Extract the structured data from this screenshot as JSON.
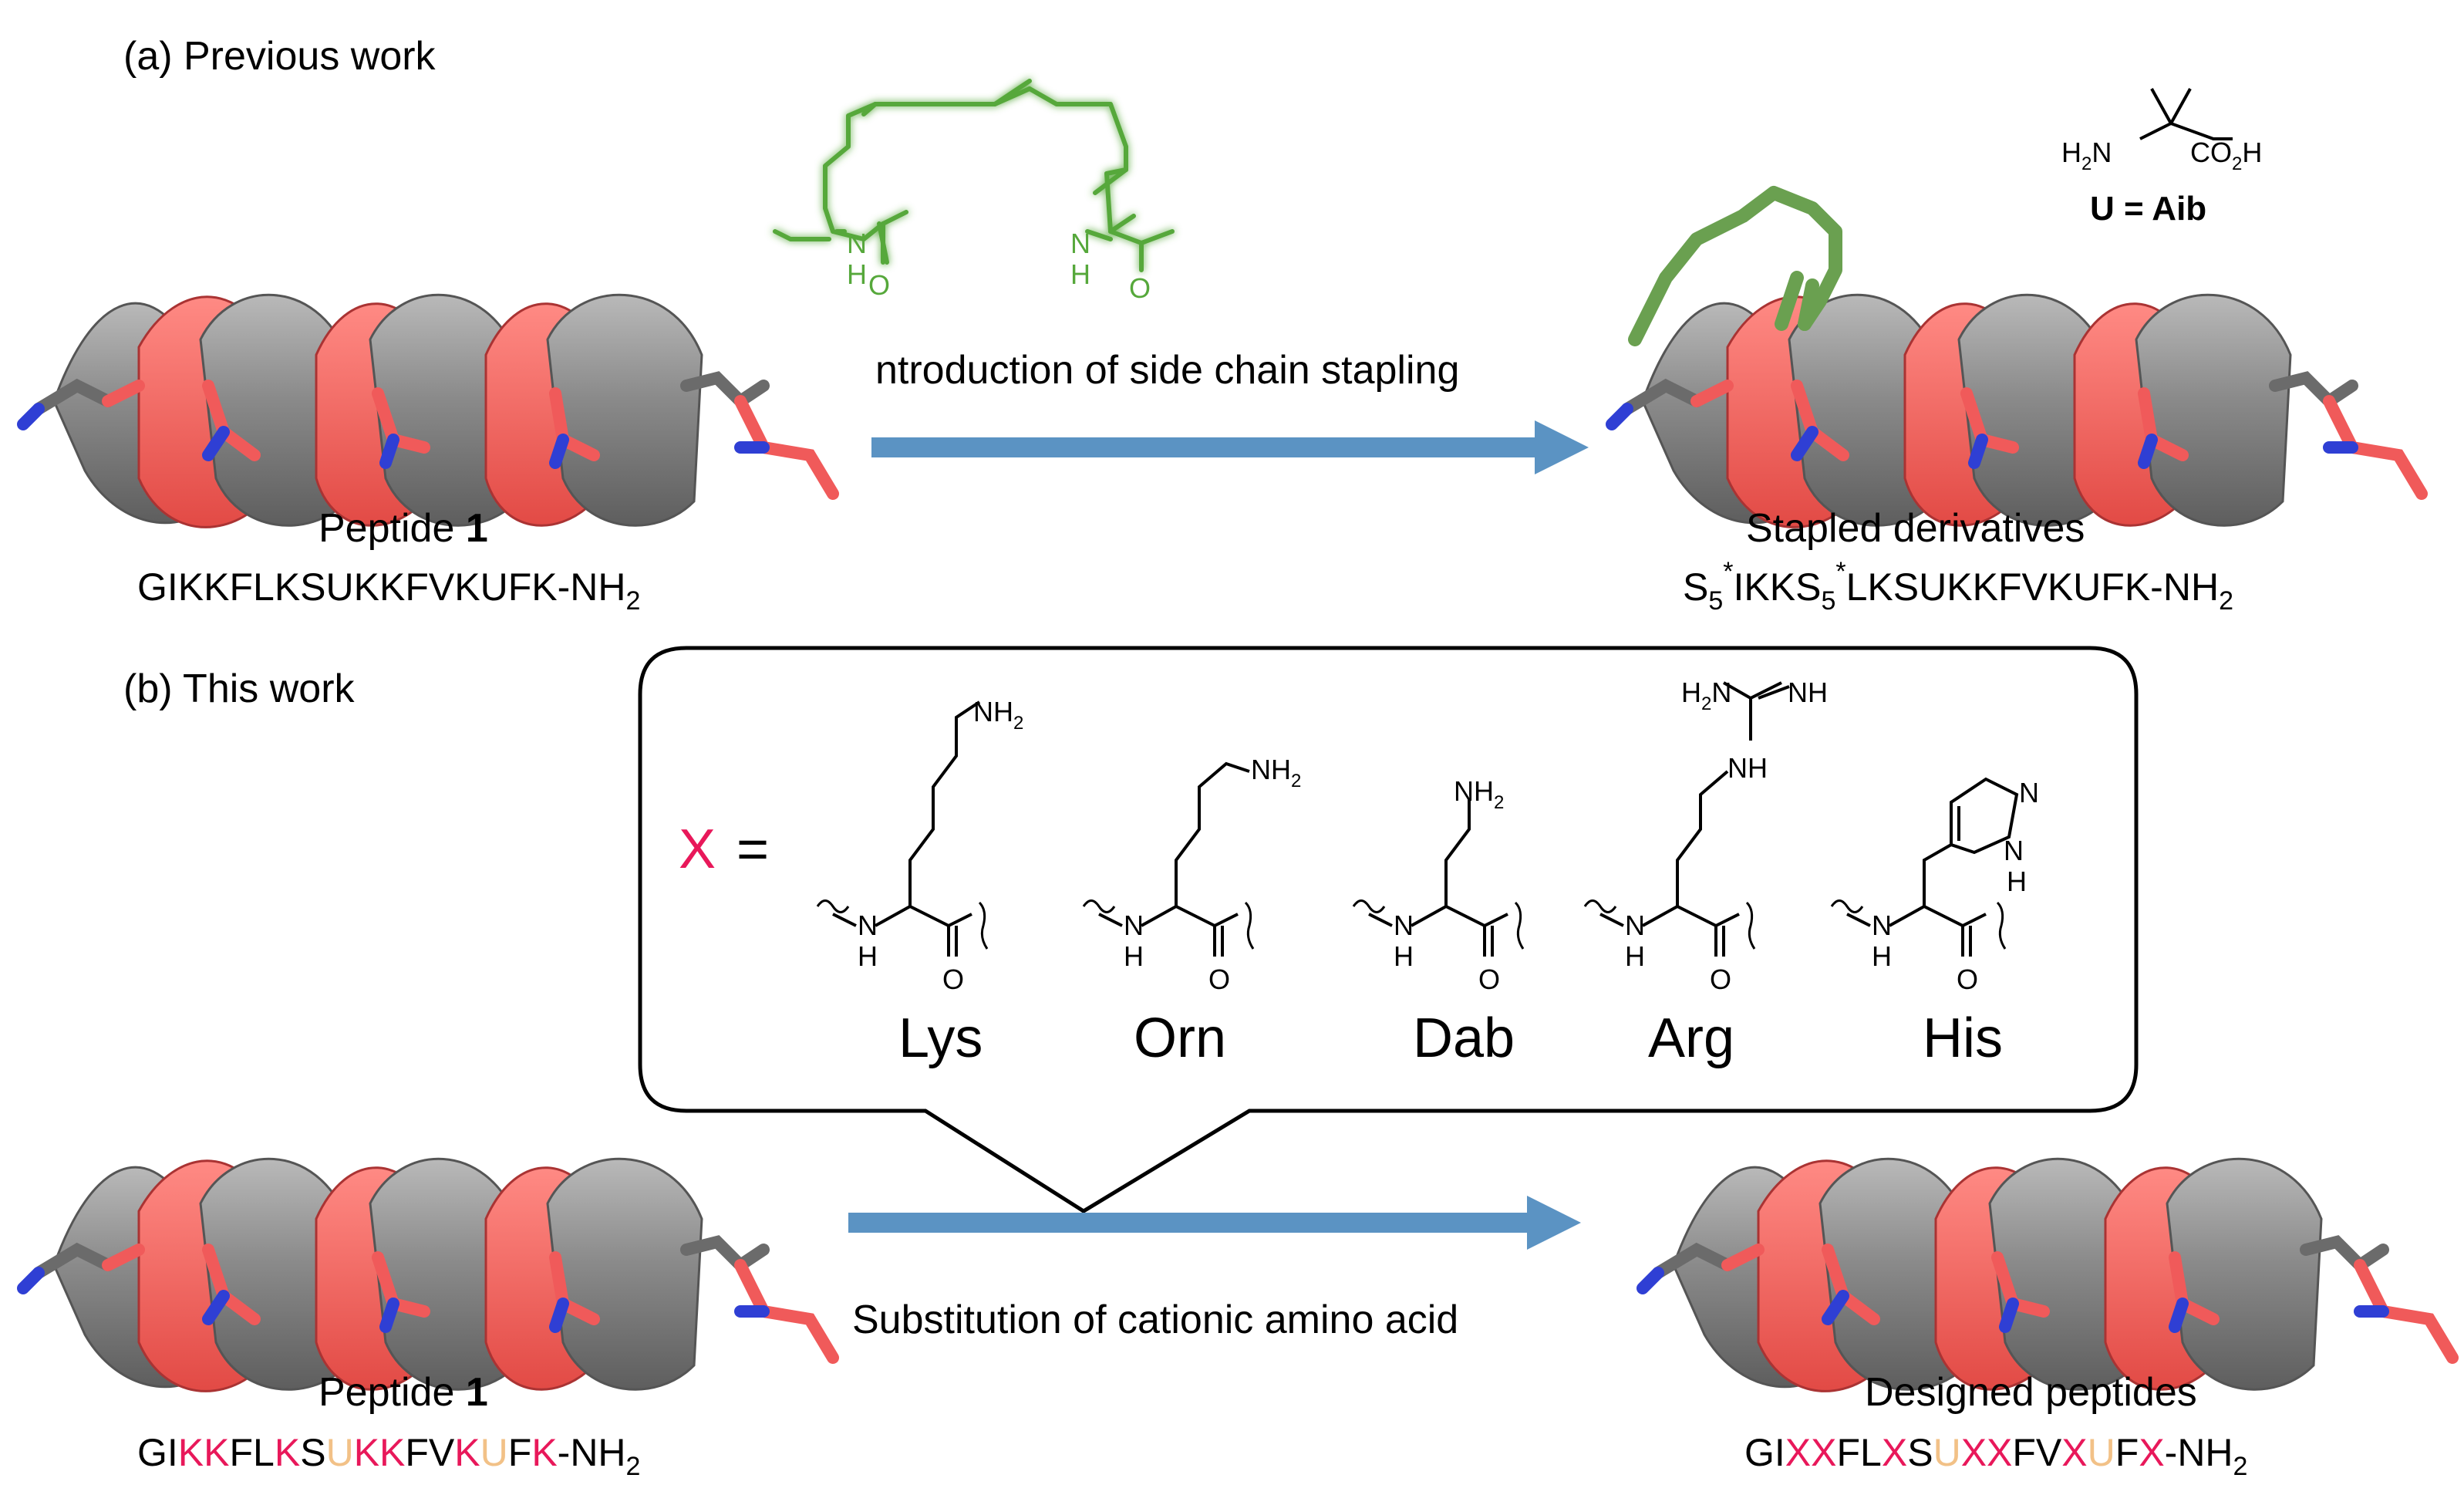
{
  "panel_a": {
    "title": "(a) Previous work",
    "arrow_label": "ntroduction of side chain stapling",
    "left_label_prefix": "Peptide ",
    "left_label_num": "1",
    "left_seq": "GIKKFLKSUKKFVKUFK-NH",
    "left_seq_sub": "2",
    "right_label": "Stapled derivatives",
    "right_seq_parts": [
      "S",
      "5",
      "*",
      "IKKS",
      "5",
      "*",
      "LKSUKKFVKUFK-NH",
      "2"
    ],
    "aib_label": "U = Aib",
    "aib_h2n": "H",
    "aib_h2n_sub": "2",
    "aib_n": "N",
    "aib_co2h": "CO",
    "aib_co2h_sub": "2",
    "aib_h": "H",
    "staple_nh": "N",
    "staple_h": "H",
    "staple_o": "O"
  },
  "panel_b": {
    "title": "(b) This work",
    "x_symbol": "X",
    "x_eq": "=",
    "arrow_label": "Substitution of cationic amino acid",
    "left_label_prefix": "Peptide ",
    "left_label_num": "1",
    "right_label": "Designed peptides",
    "left_seq_segments": [
      {
        "t": "GI",
        "c": "#000000"
      },
      {
        "t": "KK",
        "c": "#e8185a"
      },
      {
        "t": "FL",
        "c": "#000000"
      },
      {
        "t": "K",
        "c": "#e8185a"
      },
      {
        "t": "S",
        "c": "#000000"
      },
      {
        "t": "U",
        "c": "#f2c187"
      },
      {
        "t": "KK",
        "c": "#e8185a"
      },
      {
        "t": "FV",
        "c": "#000000"
      },
      {
        "t": "K",
        "c": "#e8185a"
      },
      {
        "t": "U",
        "c": "#f2c187"
      },
      {
        "t": "F",
        "c": "#000000"
      },
      {
        "t": "K",
        "c": "#e8185a"
      },
      {
        "t": "-NH",
        "c": "#000000"
      }
    ],
    "right_seq_segments": [
      {
        "t": "GI",
        "c": "#000000"
      },
      {
        "t": "XX",
        "c": "#e8185a"
      },
      {
        "t": "FL",
        "c": "#000000"
      },
      {
        "t": "X",
        "c": "#e8185a"
      },
      {
        "t": "S",
        "c": "#000000"
      },
      {
        "t": "U",
        "c": "#f2c187"
      },
      {
        "t": "XX",
        "c": "#e8185a"
      },
      {
        "t": "FV",
        "c": "#000000"
      },
      {
        "t": "X",
        "c": "#e8185a"
      },
      {
        "t": "U",
        "c": "#f2c187"
      },
      {
        "t": "F",
        "c": "#000000"
      },
      {
        "t": "X",
        "c": "#e8185a"
      },
      {
        "t": "-NH",
        "c": "#000000"
      }
    ],
    "seq_sub": "2",
    "amino_acids": [
      {
        "name": "Lys",
        "nh2": "NH",
        "sub": "2"
      },
      {
        "name": "Orn",
        "nh2": "NH",
        "sub": "2"
      },
      {
        "name": "Dab",
        "nh2": "NH",
        "sub": "2"
      },
      {
        "name": "Arg",
        "h2n": "H",
        "h2n_sub": "2",
        "n1": "N",
        "nh": "NH",
        "nh_lower": "NH"
      },
      {
        "name": "His",
        "n_top": "N",
        "nh_ring": "N",
        "h_ring": "H"
      }
    ],
    "backbone_n": "N",
    "backbone_h": "H",
    "backbone_o": "O"
  },
  "colors": {
    "arrow": "#5b93c3",
    "helix_gray": "#8c8c8c",
    "helix_red": "#ef5a55",
    "staple_green": "#4f8a3c",
    "highlight_pink": "#e8185a",
    "highlight_tan": "#f2c187"
  }
}
